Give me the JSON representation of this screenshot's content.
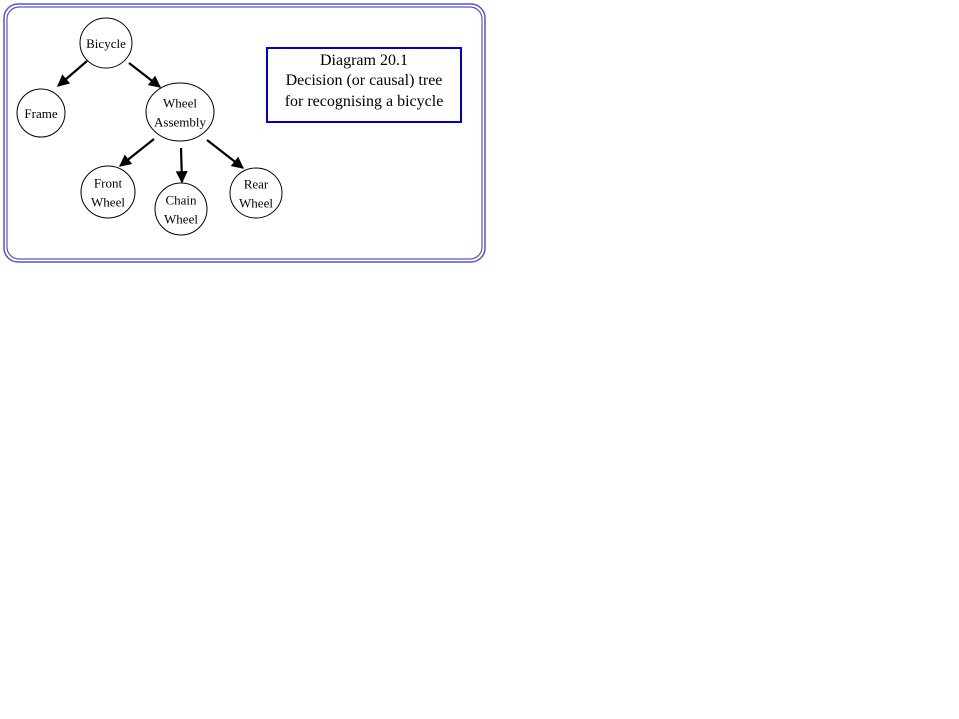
{
  "caption": {
    "lines": [
      "Diagram 20.1",
      "Decision (or causal) tree",
      "for recognising a bicycle"
    ],
    "border_color": "#0000cc"
  },
  "frame": {
    "outer_color": "#5555cc",
    "inner_color": "#5555cc"
  },
  "tree": {
    "nodes": [
      {
        "id": "bicycle",
        "name": "node-bicycle",
        "lines": [
          "Bicycle"
        ]
      },
      {
        "id": "frame",
        "name": "node-frame",
        "lines": [
          "Frame"
        ]
      },
      {
        "id": "wheel-assembly",
        "name": "node-wheel-assembly",
        "lines": [
          "Wheel",
          "Assembly"
        ]
      },
      {
        "id": "front-wheel",
        "name": "node-front-wheel",
        "lines": [
          "Front",
          "Wheel"
        ]
      },
      {
        "id": "chain-wheel",
        "name": "node-chain-wheel",
        "lines": [
          "Chain",
          "Wheel"
        ]
      },
      {
        "id": "rear-wheel",
        "name": "node-rear-wheel",
        "lines": [
          "Rear",
          "Wheel"
        ]
      }
    ],
    "edges": [
      {
        "from": "bicycle",
        "to": "frame"
      },
      {
        "from": "bicycle",
        "to": "wheel-assembly"
      },
      {
        "from": "wheel-assembly",
        "to": "front-wheel"
      },
      {
        "from": "wheel-assembly",
        "to": "chain-wheel"
      },
      {
        "from": "wheel-assembly",
        "to": "rear-wheel"
      }
    ]
  }
}
